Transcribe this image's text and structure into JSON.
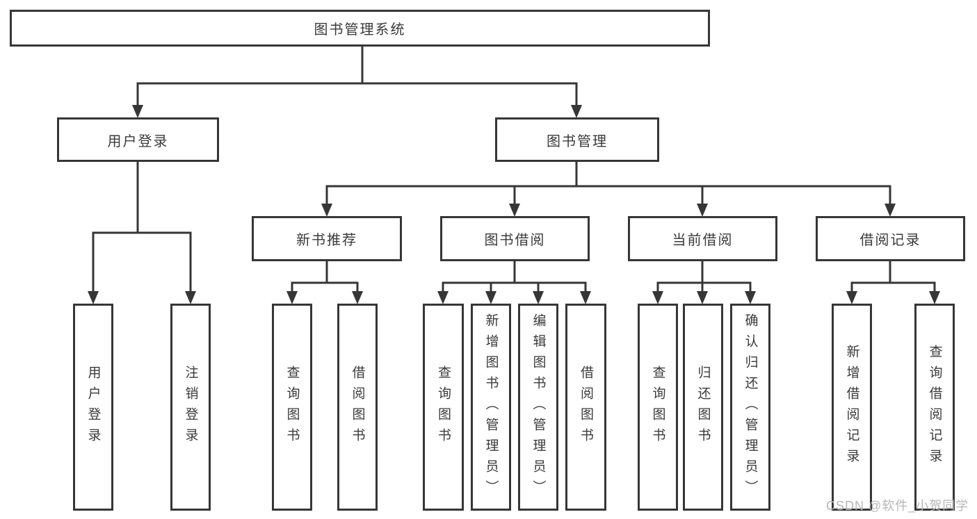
{
  "nodes": {
    "root": {
      "label": "图书管理系统"
    },
    "level2": [
      {
        "label": "用户登录"
      },
      {
        "label": "图书管理"
      }
    ],
    "level3": [
      {
        "label": "新书推荐"
      },
      {
        "label": "图书借阅"
      },
      {
        "label": "当前借阅"
      },
      {
        "label": "借阅记录"
      }
    ],
    "leaves": [
      {
        "label": "用户登录"
      },
      {
        "label": "注销登录"
      },
      {
        "label": "查询图书"
      },
      {
        "label": "借阅图书"
      },
      {
        "label": "查询图书"
      },
      {
        "label": "新增图书（管理员）"
      },
      {
        "label": "编辑图书（管理员）"
      },
      {
        "label": "借阅图书"
      },
      {
        "label": "查询图书"
      },
      {
        "label": "归还图书"
      },
      {
        "label": "确认归还（管理员）"
      },
      {
        "label": "新增借阅记录"
      },
      {
        "label": "查询借阅记录"
      }
    ]
  },
  "watermark": "CSDN @软件_小贺同学",
  "colors": {
    "line": "#363636",
    "text": "#3a3a3a",
    "background": "#ffffff",
    "watermark": "#b6b6b6"
  }
}
